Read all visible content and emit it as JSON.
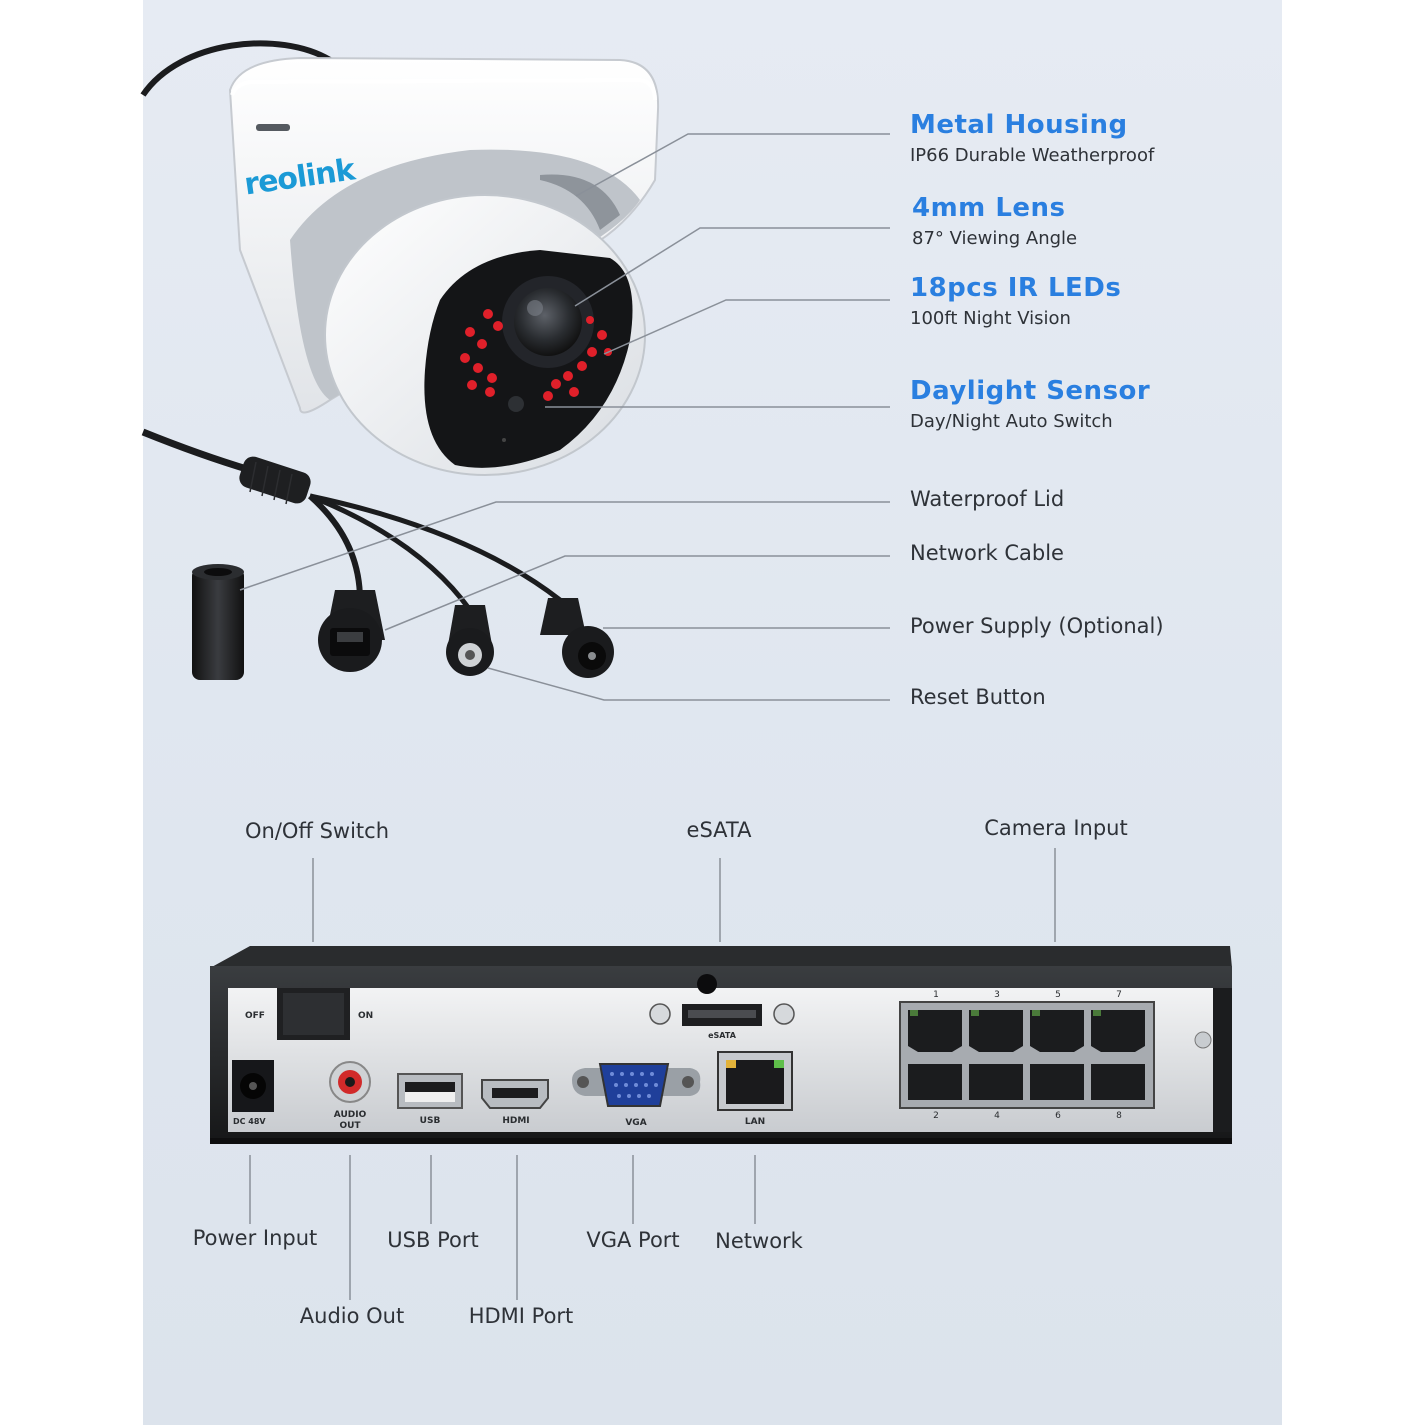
{
  "camera": {
    "brand": "reolink",
    "features": [
      {
        "title": "Metal Housing",
        "subtitle": "IP66 Durable Weatherproof"
      },
      {
        "title": "4mm Lens",
        "subtitle": "87° Viewing Angle"
      },
      {
        "title": "18pcs IR LEDs",
        "subtitle": "100ft Night Vision"
      },
      {
        "title": "Daylight Sensor",
        "subtitle": "Day/Night Auto Switch"
      }
    ],
    "parts": [
      "Waterproof Lid",
      "Network Cable",
      "Power Supply (Optional)",
      "Reset Button"
    ]
  },
  "nvr": {
    "callouts_top": [
      "On/Off Switch",
      "eSATA",
      "Camera Input"
    ],
    "callouts_bottom": [
      "Power Input",
      "Audio Out",
      "USB Port",
      "HDMI Port",
      "VGA Port",
      "Network"
    ],
    "panel_labels": {
      "off": "OFF",
      "on": "ON",
      "dc": "DC 48V",
      "audio": "AUDIO",
      "out": "OUT",
      "usb": "USB",
      "hdmi": "HDMI",
      "vga": "VGA",
      "esata": "eSATA",
      "lan": "LAN"
    },
    "port_numbers_top": [
      "1",
      "3",
      "5",
      "7"
    ],
    "port_numbers_bottom": [
      "2",
      "4",
      "6",
      "8"
    ]
  },
  "colors": {
    "accent": "#2a7fe0",
    "brand": "#1b9ad6",
    "ir_led": "#e0202a",
    "text": "#2e3238"
  }
}
